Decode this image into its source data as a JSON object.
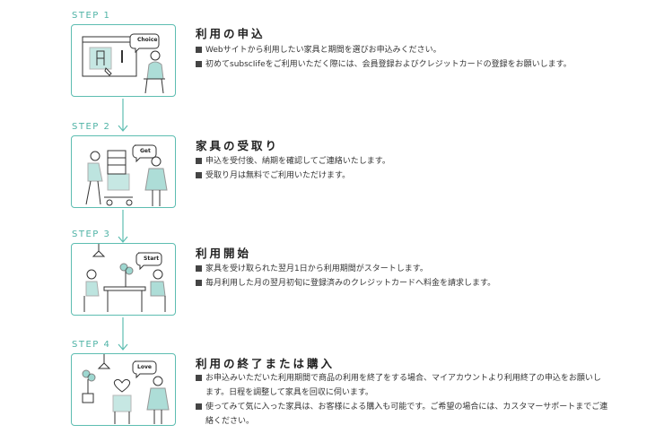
{
  "steps": [
    {
      "label": "STEP 1",
      "bubble": "Choice",
      "title": "利用の申込",
      "items": [
        "Webサイトから利用したい家具と期間を選びお申込みください。",
        "初めてsubscIifeをご利用いただく際には、会員登録およびクレジットカードの登録をお願いします。"
      ]
    },
    {
      "label": "STEP 2",
      "bubble": "Get",
      "title": "家具の受取り",
      "items": [
        "申込を受付後、納期を確認してご連絡いたします。",
        "受取り月は無料でご利用いただけます。"
      ]
    },
    {
      "label": "STEP 3",
      "bubble": "Start",
      "title": "利用開始",
      "items": [
        "家具を受け取られた翌月1日から利用期間がスタートします。",
        "毎月利用した月の翌月初旬に登録済みのクレジットカードへ料金を請求します。"
      ]
    },
    {
      "label": "STEP 4",
      "bubble": "Love",
      "title": "利用の終了または購入",
      "items": [
        "お申込みいただいた利用期間で商品の利用を終了をする場合、マイアカウントより利用終了の申込をお願いします。日程を調整して家具を回収に伺います。",
        "使ってみて気に入った家具は、お客様による購入も可能です。ご希望の場合には、カスタマーサポートまでご連絡ください。"
      ]
    }
  ],
  "colors": {
    "accent": "#5dbdb1",
    "label": "#4fb3a6"
  }
}
